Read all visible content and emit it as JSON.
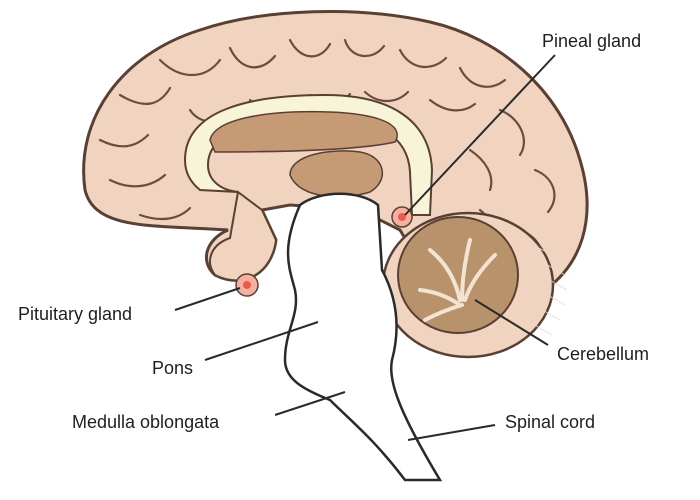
{
  "labels": {
    "pineal_gland": "Pineal gland",
    "pituitary_gland": "Pituitary gland",
    "pons": "Pons",
    "medulla_oblongata": "Medulla oblongata",
    "cerebellum": "Cerebellum",
    "spinal_cord": "Spinal cord"
  },
  "colors": {
    "cortex_fill": "#f1d4bf",
    "cortex_stroke": "#5a4034",
    "corpus_callosum": "#f8f4d8",
    "ventricle_brown": "#c59a74",
    "gland_fill": "#f7b0a0",
    "gland_core": "#e65d4d",
    "cerebellum_fill": "#b8926b",
    "brainstem_fill": "#ffffff",
    "label_text": "#1f1f1f",
    "leader_line": "#2a2a2a"
  }
}
